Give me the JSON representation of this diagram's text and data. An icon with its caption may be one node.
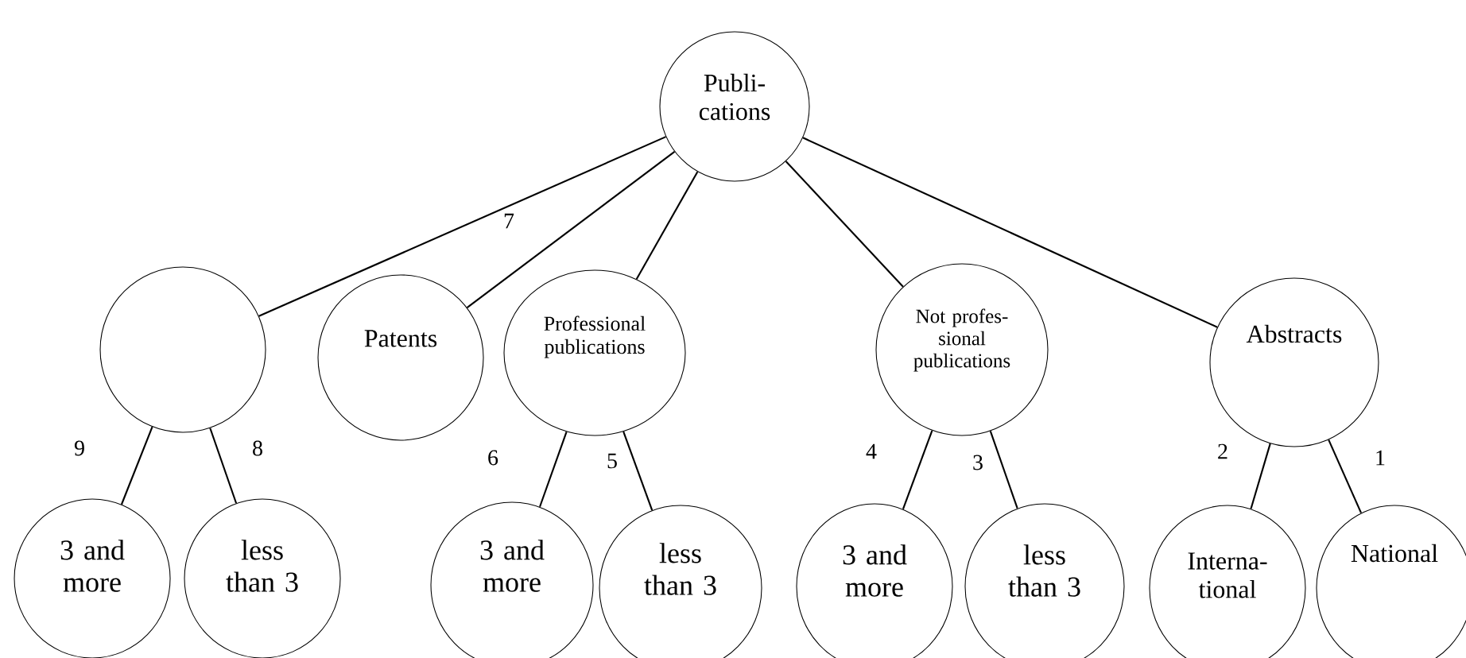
{
  "diagram": {
    "nodes": [
      {
        "text": [
          "Publi- cations"
        ]
      },
      {
        "text": [],
        "shape": "circle"
      },
      {
        "text": [
          "Patents"
        ]
      },
      {
        "text": [
          "Professional publications"
        ]
      },
      {
        "text": [
          "Not profes- sional publications"
        ]
      },
      {
        "text": [
          "Abstracts"
        ]
      },
      {
        "text": [
          "3 and more"
        ]
      },
      {
        "text": [
          "less than 3"
        ]
      },
      {
        "text": [
          "3 and more"
        ]
      },
      {
        "text": [
          "less than 3"
        ]
      },
      {
        "text": [
          "3 and more"
        ]
      },
      {
        "text": [
          "less than 3"
        ]
      },
      {
        "text": [
          "Interna- tional"
        ]
      },
      {
        "text": [
          "National"
        ]
      }
    ],
    "edges": [
      {
        "from": 0,
        "to": 1,
        "arrow": "none"
      },
      {
        "from": 0,
        "to": 2,
        "arrow": "none"
      },
      {
        "from": 0,
        "to": 3,
        "arrow": "none"
      },
      {
        "from": 0,
        "to": 4,
        "arrow": "none"
      },
      {
        "from": 0,
        "to": 5,
        "arrow": "none"
      },
      {
        "from": 1,
        "to": 6,
        "arrow": "none",
        "label": "9"
      },
      {
        "from": 1,
        "to": 7,
        "arrow": "none",
        "label": "8"
      },
      {
        "from": 3,
        "to": 8,
        "arrow": "none",
        "label": "6"
      },
      {
        "from": 3,
        "to": 9,
        "arrow": "none",
        "label": "5"
      },
      {
        "from": 4,
        "to": 10,
        "arrow": "none",
        "label": "4"
      },
      {
        "from": 4,
        "to": 11,
        "arrow": "none",
        "label": "3"
      },
      {
        "from": 5,
        "to": 12,
        "arrow": "none",
        "label": "2"
      },
      {
        "from": 5,
        "to": 13,
        "arrow": "none",
        "label": "1"
      }
    ],
    "labels": [
      "7"
    ]
  }
}
